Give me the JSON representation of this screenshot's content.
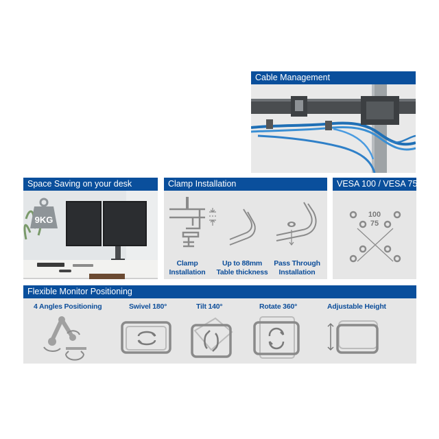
{
  "cable": {
    "title": "Cable Management"
  },
  "space": {
    "title": "Space Saving on your desk",
    "weight_badge": "9KG"
  },
  "clamp": {
    "title": "Clamp Installation",
    "items": [
      {
        "line1": "Clamp",
        "line2": "Installation"
      },
      {
        "line1": "Up to 88mm",
        "line2": "Table thickness"
      },
      {
        "line1": "Pass Through",
        "line2": "Installation"
      }
    ]
  },
  "vesa": {
    "title": "VESA 100 / VESA 75",
    "label_100": "100",
    "label_75": "75"
  },
  "flex": {
    "title": "Flexible Monitor Positioning",
    "items": [
      {
        "label": "4 Angles Positioning"
      },
      {
        "label": "Swivel 180°"
      },
      {
        "label": "Tilt 140°"
      },
      {
        "label": "Rotate 360°"
      },
      {
        "label": "Adjustable Height"
      }
    ]
  },
  "colors": {
    "accent": "#0a4f9c",
    "label_blue": "#0d4e9a",
    "panel_bg": "#e6e6e6",
    "icon_gray": "#8a8a8a"
  },
  "icons": [
    "weight-badge-icon",
    "clamp-icon",
    "table-thickness-icon",
    "pass-through-icon",
    "vesa-pattern-icon",
    "arm-angles-icon",
    "swivel-icon",
    "tilt-icon",
    "rotate-icon",
    "height-icon"
  ]
}
